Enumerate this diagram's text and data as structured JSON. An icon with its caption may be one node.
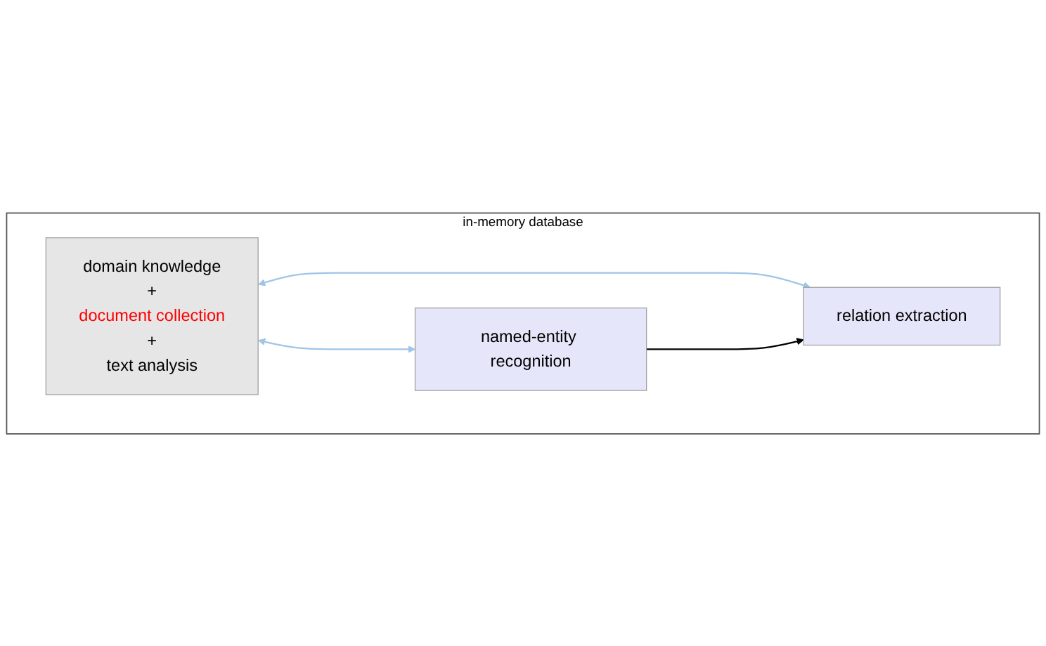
{
  "diagram": {
    "nodes": [
      {
        "text": [
          "in-memory database"
        ]
      },
      {
        "text": [
          "domain knowledge",
          "+",
          "document collection",
          "+",
          "text analysis"
        ],
        "in": 0
      },
      {
        "text": [
          "named-entity recognition"
        ],
        "in": 0
      },
      {
        "text": [
          "relation extraction"
        ],
        "in": 0
      }
    ],
    "edges": [
      {
        "from": 1,
        "to": 2,
        "arrow": "both",
        "color": "#9fc5e8"
      },
      {
        "from": 1,
        "to": 3,
        "arrow": "both",
        "color": "#9fc5e8"
      },
      {
        "from": 2,
        "to": 3,
        "arrow": "to",
        "color": "#000000"
      }
    ]
  }
}
